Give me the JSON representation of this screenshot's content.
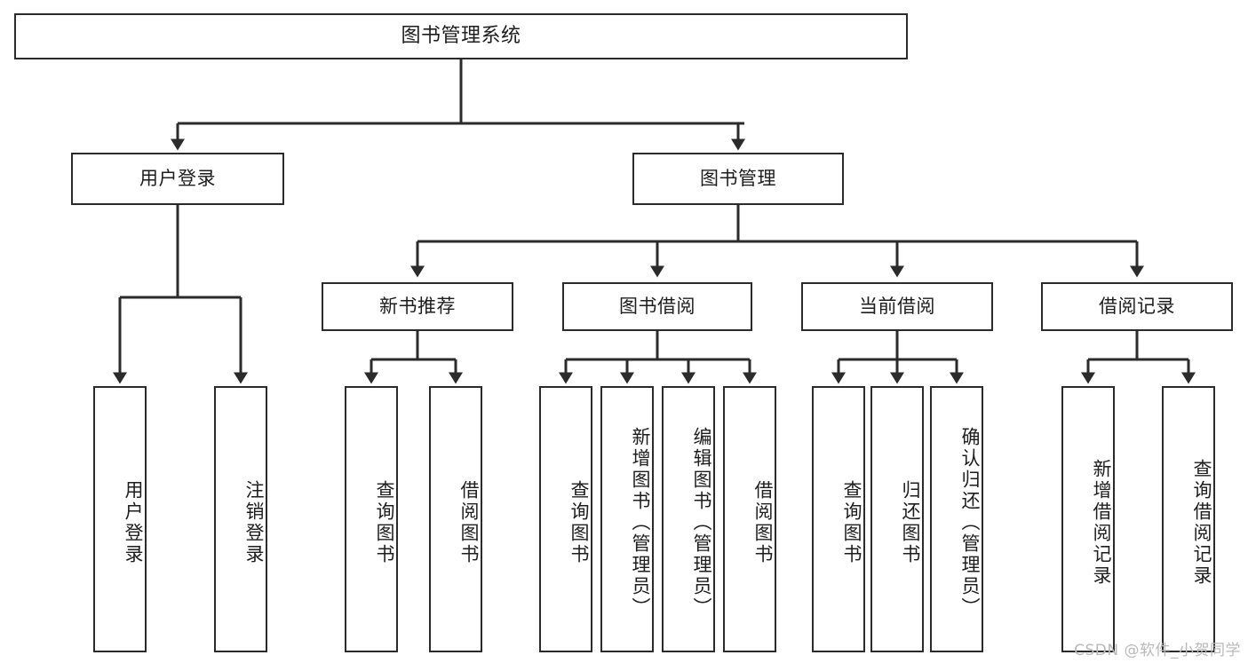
{
  "diagram": {
    "title": "图书管理系统",
    "watermark": "CSDN @软件_小贺同学",
    "line_color": "#2b2b2b",
    "box_fill": "#ffffff",
    "text_color": "#1d1d1d",
    "root": {
      "label": "图书管理系统"
    },
    "level2": [
      {
        "label": "用户登录"
      },
      {
        "label": "图书管理"
      }
    ],
    "level3": [
      {
        "label": "新书推荐"
      },
      {
        "label": "图书借阅"
      },
      {
        "label": "当前借阅"
      },
      {
        "label": "借阅记录"
      }
    ],
    "leaves": {
      "user_login": [
        {
          "label": "用户登录"
        },
        {
          "label": "注销登录"
        }
      ],
      "new_book_recommend": [
        {
          "label": "查询图书"
        },
        {
          "label": "借阅图书"
        }
      ],
      "book_borrow": [
        {
          "label": "查询图书"
        },
        {
          "label": "新增图书（管理员）"
        },
        {
          "label": "编辑图书（管理员）"
        },
        {
          "label": "借阅图书"
        }
      ],
      "current_borrow": [
        {
          "label": "查询图书"
        },
        {
          "label": "归还图书"
        },
        {
          "label": "确认归还（管理员）"
        }
      ],
      "borrow_record": [
        {
          "label": "新增借阅记录"
        },
        {
          "label": "查询借阅记录"
        }
      ]
    }
  },
  "chart_data": {
    "type": "diagram",
    "subtype": "tree",
    "title": "图书管理系统",
    "orientation": "top-down",
    "levels": 4,
    "nodes": [
      {
        "id": "root",
        "label": "图书管理系统",
        "level": 1,
        "parent": null
      },
      {
        "id": "login",
        "label": "用户登录",
        "level": 2,
        "parent": "root"
      },
      {
        "id": "manage",
        "label": "图书管理",
        "level": 2,
        "parent": "root"
      },
      {
        "id": "recommend",
        "label": "新书推荐",
        "level": 3,
        "parent": "manage"
      },
      {
        "id": "borrow",
        "label": "图书借阅",
        "level": 3,
        "parent": "manage"
      },
      {
        "id": "current",
        "label": "当前借阅",
        "level": 3,
        "parent": "manage"
      },
      {
        "id": "record",
        "label": "借阅记录",
        "level": 3,
        "parent": "manage"
      },
      {
        "id": "login-1",
        "label": "用户登录",
        "level": 3,
        "parent": "login"
      },
      {
        "id": "login-2",
        "label": "注销登录",
        "level": 3,
        "parent": "login"
      },
      {
        "id": "rec-1",
        "label": "查询图书",
        "level": 4,
        "parent": "recommend"
      },
      {
        "id": "rec-2",
        "label": "借阅图书",
        "level": 4,
        "parent": "recommend"
      },
      {
        "id": "bor-1",
        "label": "查询图书",
        "level": 4,
        "parent": "borrow"
      },
      {
        "id": "bor-2",
        "label": "新增图书（管理员）",
        "level": 4,
        "parent": "borrow"
      },
      {
        "id": "bor-3",
        "label": "编辑图书（管理员）",
        "level": 4,
        "parent": "borrow"
      },
      {
        "id": "bor-4",
        "label": "借阅图书",
        "level": 4,
        "parent": "borrow"
      },
      {
        "id": "cur-1",
        "label": "查询图书",
        "level": 4,
        "parent": "current"
      },
      {
        "id": "cur-2",
        "label": "归还图书",
        "level": 4,
        "parent": "current"
      },
      {
        "id": "cur-3",
        "label": "确认归还（管理员）",
        "level": 4,
        "parent": "current"
      },
      {
        "id": "rc-1",
        "label": "新增借阅记录",
        "level": 4,
        "parent": "record"
      },
      {
        "id": "rc-2",
        "label": "查询借阅记录",
        "level": 4,
        "parent": "record"
      }
    ],
    "edge_style": "orthogonal-arrow"
  }
}
